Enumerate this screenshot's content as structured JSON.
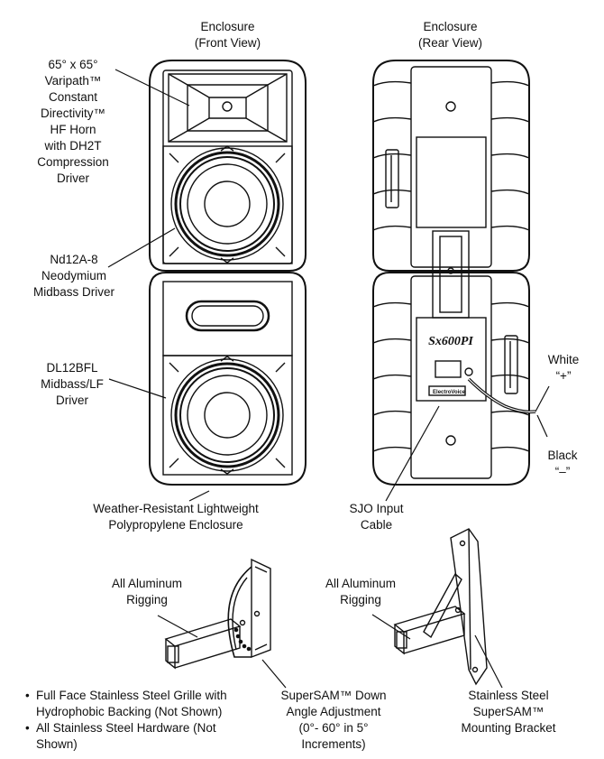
{
  "labels": {
    "front_title": [
      "Enclosure",
      "(Front View)"
    ],
    "rear_title": [
      "Enclosure",
      "(Rear View)"
    ],
    "horn": [
      "65° x 65°",
      "Varipath™",
      "Constant",
      "Directivity™",
      "HF Horn",
      "with DH2T",
      "Compression",
      "Driver"
    ],
    "midbass": [
      "Nd12A-8",
      "Neodymium",
      "Midbass Driver"
    ],
    "lf": [
      "DL12BFL",
      "Midbass/LF",
      "Driver"
    ],
    "enclosure": [
      "Weather-Resistant Lightweight",
      "Polypropylene Enclosure"
    ],
    "sjo": [
      "SJO Input",
      "Cable"
    ],
    "white": [
      "White",
      "“+”"
    ],
    "black": [
      "Black",
      "“–”"
    ],
    "rigging_left": [
      "All Aluminum",
      "Rigging"
    ],
    "rigging_right": [
      "All Aluminum",
      "Rigging"
    ],
    "supersam_adj": [
      "SuperSAM™ Down",
      "Angle Adjustment",
      "(0°- 60° in 5°",
      "Increments)"
    ],
    "bracket": [
      "Stainless Steel",
      "SuperSAM™",
      "Mounting Bracket"
    ],
    "bullets": [
      "Full Face Stainless Steel Grille with Hydrophobic Backing (Not Shown)",
      "All Stainless Steel Hardware (Not Shown)"
    ],
    "model_plate": "Sx600PI",
    "brand_plate": "ElectroVoice"
  }
}
